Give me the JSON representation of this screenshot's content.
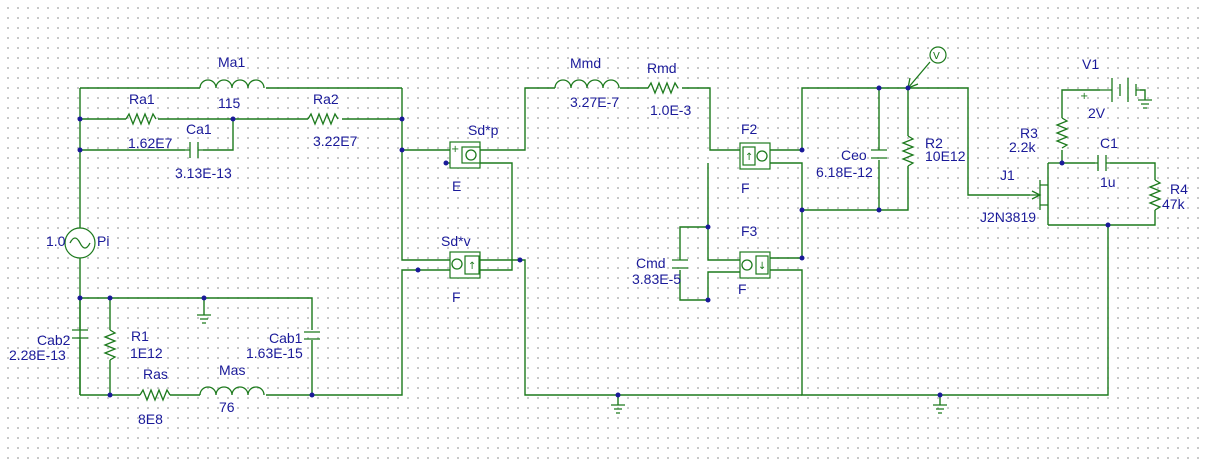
{
  "colors": {
    "wire": "#1d7a1d",
    "label": "#1a1a99",
    "grid": "#b8b8b8",
    "background": "#ffffff"
  },
  "components": {
    "Ma1": {
      "name": "Ma1",
      "value": "115"
    },
    "Ra1": {
      "name": "Ra1",
      "value": "1.62E7"
    },
    "Ca1": {
      "name": "Ca1",
      "value": "3.13E-13"
    },
    "Ra2": {
      "name": "Ra2",
      "value": "3.22E7"
    },
    "Pi": {
      "name": "Pi",
      "value": "1.0"
    },
    "Cab2": {
      "name": "Cab2",
      "value": "2.28E-13"
    },
    "R1": {
      "name": "R1",
      "value": "1E12"
    },
    "Ras": {
      "name": "Ras",
      "value": "8E8"
    },
    "Mas": {
      "name": "Mas",
      "value": "76"
    },
    "Cab1": {
      "name": "Cab1",
      "value": "1.63E-15"
    },
    "Sdp": {
      "name": "Sd*p",
      "type": "E"
    },
    "Sdv": {
      "name": "Sd*v",
      "type": "F"
    },
    "Mmd": {
      "name": "Mmd",
      "value": "3.27E-7"
    },
    "Rmd": {
      "name": "Rmd",
      "value": "1.0E-3"
    },
    "F2": {
      "name": "F2",
      "type": "F"
    },
    "F3": {
      "name": "F3",
      "type": "F"
    },
    "Cmd": {
      "name": "Cmd",
      "value": "3.83E-5"
    },
    "Ceo": {
      "name": "Ceo",
      "value": "6.18E-12"
    },
    "R2": {
      "name": "R2",
      "value": "10E12"
    },
    "R3": {
      "name": "R3",
      "value": "2.2k"
    },
    "V1": {
      "name": "V1",
      "value": "2V"
    },
    "C1": {
      "name": "C1",
      "value": "1u"
    },
    "R4": {
      "name": "R4",
      "value": "47k"
    },
    "J1": {
      "name": "J1",
      "value": "J2N3819"
    }
  },
  "icons": {
    "ground": "ground-icon",
    "probe": "voltage-probe-icon",
    "source": "sine-source-icon"
  }
}
